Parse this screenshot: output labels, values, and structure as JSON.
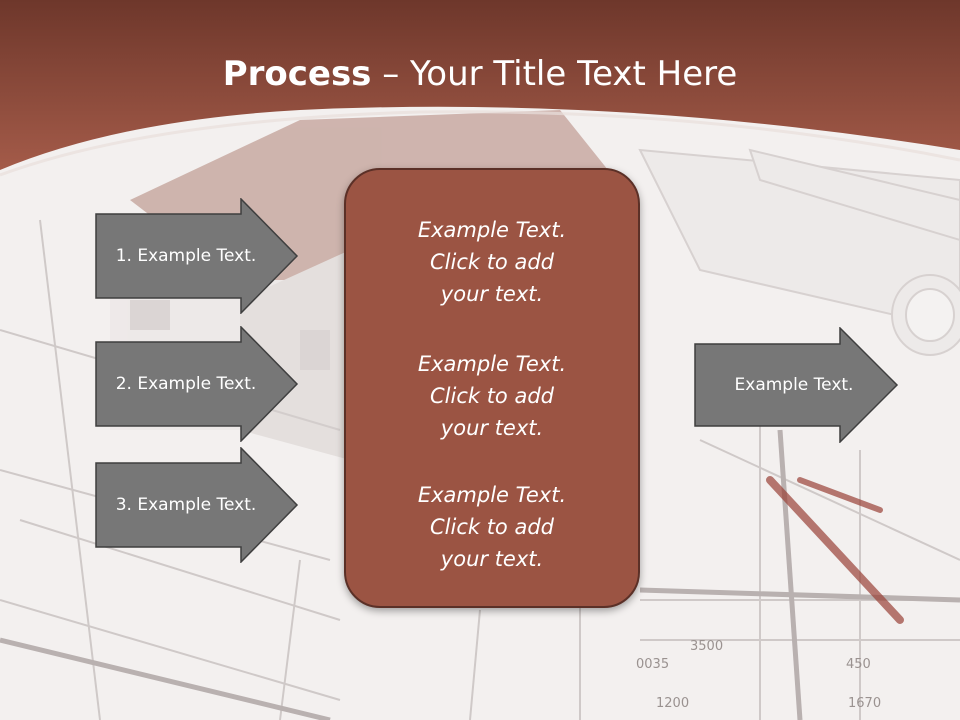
{
  "title": {
    "bold": "Process",
    "rest": " – Your Title Text Here"
  },
  "input_arrows": [
    {
      "label": "1. Example Text."
    },
    {
      "label": "2. Example Text."
    },
    {
      "label": "3. Example Text."
    }
  ],
  "center_box": {
    "blocks": [
      {
        "text": "Example Text.\nClick  to add\nyour text."
      },
      {
        "text": "Example Text.\nClick  to add\nyour text."
      },
      {
        "text": "Example Text.\nClick  to add\nyour text."
      }
    ]
  },
  "output_arrow": {
    "label": "Example Text."
  },
  "colors": {
    "header": "#8e4a3b",
    "box": "#9b5443",
    "arrow": "#777777"
  }
}
